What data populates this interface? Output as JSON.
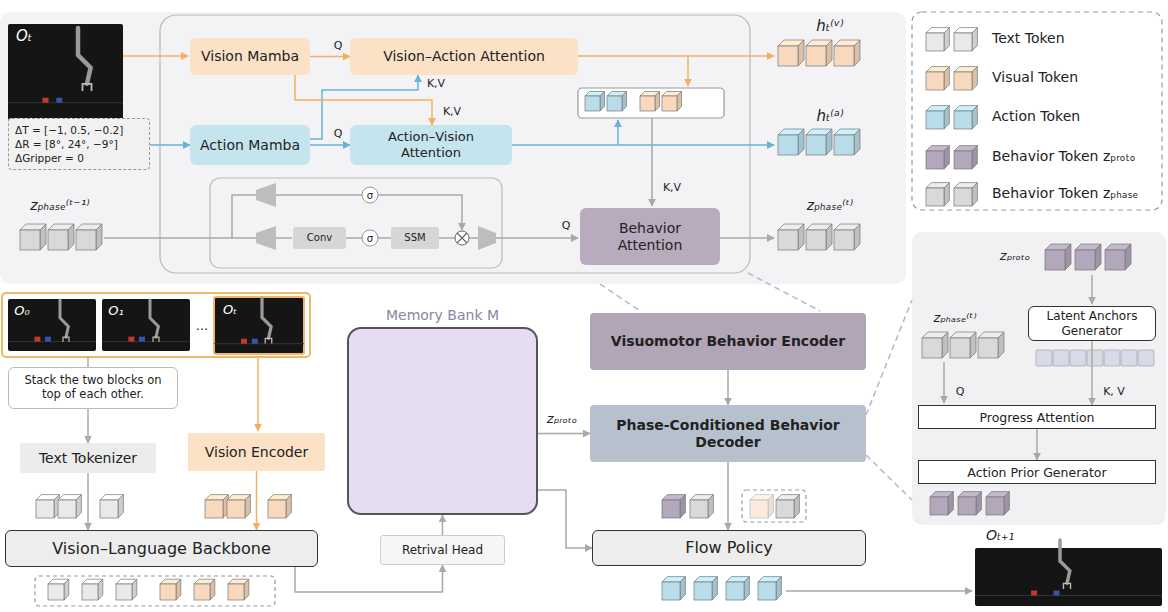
{
  "diagram": {
    "nodes": [
      {
        "text": [
          "Vision Mamba"
        ]
      },
      {
        "text": [
          "Vision–Action Attention"
        ]
      },
      {
        "text": [
          "ΔT = [−1, 0.5, −0.2]",
          "ΔR = [8°, 24°, −9°]",
          "ΔGripper = 0"
        ]
      },
      {
        "text": [
          "Action Mamba"
        ]
      },
      {
        "text": [
          "Action–Vision Attention"
        ]
      },
      {
        "text": [
          "Conv"
        ]
      },
      {
        "text": [
          "SSM"
        ]
      },
      {
        "text": [
          "Behavior Attention"
        ]
      },
      {
        "text": [
          "Stack the two blocks on top of each other."
        ]
      },
      {
        "text": [
          "Text Tokenizer"
        ]
      },
      {
        "text": [
          "Vision Encoder"
        ]
      },
      {
        "text": [
          "Vision–Language Backbone"
        ]
      },
      {
        "text": [
          "Memory Bank M"
        ]
      },
      {
        "text": [
          "Retrival Head"
        ]
      },
      {
        "text": [
          "Visuomotor Behavior Encoder"
        ]
      },
      {
        "text": [
          "Phase-Conditioned Behavior Decoder"
        ]
      },
      {
        "text": [
          "Flow Policy"
        ]
      },
      {
        "text": [
          "Latent Anchors Generator"
        ]
      },
      {
        "text": [
          "Progress Attention"
        ]
      },
      {
        "text": [
          "Action Prior Generator"
        ]
      }
    ],
    "edges": [
      {
        "from": 0,
        "to": 1,
        "arrow": "to"
      },
      {
        "from": 3,
        "to": 4,
        "arrow": "to"
      },
      {
        "from": 3,
        "to": 1,
        "arrow": "to"
      },
      {
        "from": 0,
        "to": 4,
        "arrow": "to"
      },
      {
        "from": 2,
        "to": 3,
        "arrow": "to"
      },
      {
        "from": 8,
        "to": 9,
        "arrow": "to"
      },
      {
        "from": 9,
        "to": 11,
        "arrow": "to"
      },
      {
        "from": 10,
        "to": 11,
        "arrow": "to"
      },
      {
        "from": 11,
        "to": 13,
        "arrow": "to"
      },
      {
        "from": 13,
        "to": 12,
        "arrow": "to"
      },
      {
        "from": 12,
        "to": 15,
        "arrow": "to"
      },
      {
        "from": 12,
        "to": 16,
        "arrow": "to"
      },
      {
        "from": 14,
        "to": 15,
        "arrow": "to"
      },
      {
        "from": 15,
        "to": 16,
        "arrow": "to"
      },
      {
        "from": 17,
        "to": 18,
        "arrow": "to"
      },
      {
        "from": 18,
        "to": 19,
        "arrow": "to"
      }
    ],
    "labels": [
      "Oₜ",
      "Q",
      "K,V",
      "K,V",
      "Q",
      "hₜ⁽ᵛ⁾",
      "hₜ⁽ᵃ⁾",
      "zₚₕₐₛₑ⁽ᵗ⁻¹⁾",
      "σ",
      "σ",
      "K,V",
      "Q",
      "zₚₕₐₛₑ⁽ᵗ⁾",
      "O₀",
      "O₁",
      "...",
      "Oₜ",
      "zₚᵣₒₜₒ",
      "zₚᵣₒₜₒ",
      "zₚₕₐₛₑ⁽ᵗ⁾",
      "Q",
      "K, V",
      "Oₜ₊₁"
    ],
    "legend": [
      {
        "text": "Text Token",
        "color": "#e9e9e9"
      },
      {
        "text": "Visual Token",
        "color": "#f8d9bd"
      },
      {
        "text": "Action Token",
        "color": "#b8dde9"
      },
      {
        "text": "Behavior Token zₚᵣₒₜₒ",
        "color": "#b3a8bb"
      },
      {
        "text": "Behavior Token zₚₕₐₛₑ",
        "color": "#d9d9d9"
      }
    ]
  }
}
